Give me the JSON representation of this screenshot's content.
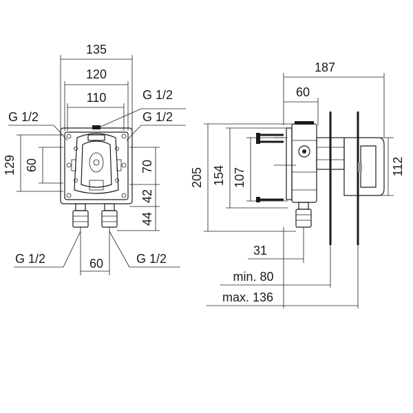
{
  "front_view": {
    "width_overall": "135",
    "width_mid": "120",
    "width_inner": "110",
    "thread_top_center": "G 1/2",
    "thread_left": "G 1/2",
    "thread_right": "G 1/2",
    "height_left_outer": "129",
    "height_left_inner": "60",
    "height_right_upper": "70",
    "height_right_mid": "42",
    "height_right_low": "44",
    "thread_bottom_left": "G 1/2",
    "thread_bottom_right": "G 1/2",
    "outlet_spacing": "60"
  },
  "side_view": {
    "depth_overall": "187",
    "depth_body": "60",
    "height_overall": "205",
    "height_plate": "154",
    "height_inner": "107",
    "trim_height": "112",
    "offset_bottom": "31",
    "install_min": "min. 80",
    "install_max": "max. 136"
  }
}
